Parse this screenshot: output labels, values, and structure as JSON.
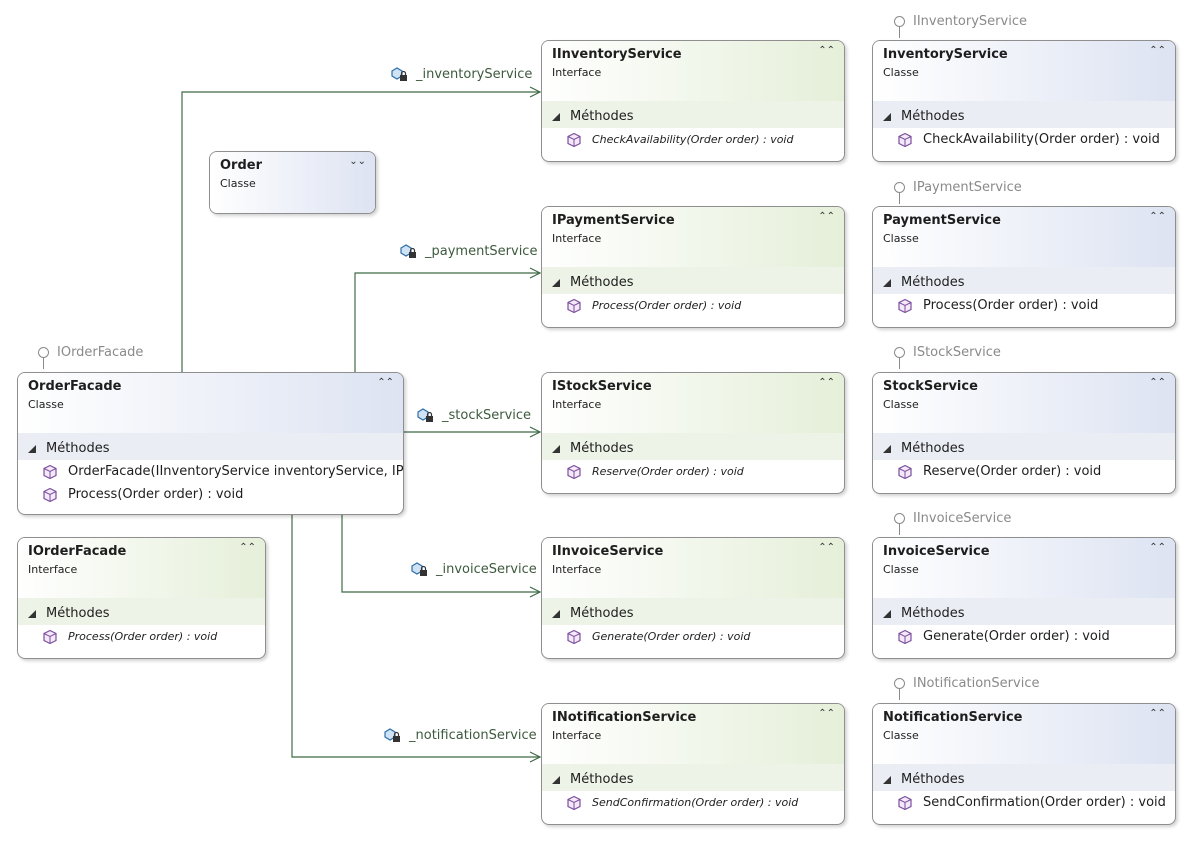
{
  "section_label": "Méthodes",
  "classes": {
    "order": {
      "name": "Order",
      "kind": "Classe"
    },
    "order_facade": {
      "name": "OrderFacade",
      "kind": "Classe",
      "implements": "IOrderFacade",
      "methods": [
        "OrderFacade(IInventoryService inventoryService, IP...",
        "Process(Order order) : void"
      ]
    },
    "i_order_facade": {
      "name": "IOrderFacade",
      "kind": "Interface",
      "methods": [
        "Process(Order order) : void"
      ]
    },
    "i_inventory_service": {
      "name": "IInventoryService",
      "kind": "Interface",
      "methods": [
        "CheckAvailability(Order order) : void"
      ]
    },
    "inventory_service": {
      "name": "InventoryService",
      "kind": "Classe",
      "implements": "IInventoryService",
      "methods": [
        "CheckAvailability(Order order) : void"
      ]
    },
    "i_payment_service": {
      "name": "IPaymentService",
      "kind": "Interface",
      "methods": [
        "Process(Order order) : void"
      ]
    },
    "payment_service": {
      "name": "PaymentService",
      "kind": "Classe",
      "implements": "IPaymentService",
      "methods": [
        "Process(Order order) : void"
      ]
    },
    "i_stock_service": {
      "name": "IStockService",
      "kind": "Interface",
      "methods": [
        "Reserve(Order order) : void"
      ]
    },
    "stock_service": {
      "name": "StockService",
      "kind": "Classe",
      "implements": "IStockService",
      "methods": [
        "Reserve(Order order) : void"
      ]
    },
    "i_invoice_service": {
      "name": "IInvoiceService",
      "kind": "Interface",
      "methods": [
        "Generate(Order order) : void"
      ]
    },
    "invoice_service": {
      "name": "InvoiceService",
      "kind": "Classe",
      "implements": "IInvoiceService",
      "methods": [
        "Generate(Order order) : void"
      ]
    },
    "i_notification_service": {
      "name": "INotificationService",
      "kind": "Interface",
      "methods": [
        "SendConfirmation(Order order) : void"
      ]
    },
    "notification_service": {
      "name": "NotificationService",
      "kind": "Classe",
      "implements": "INotificationService",
      "methods": [
        "SendConfirmation(Order order) : void"
      ]
    }
  },
  "associations": {
    "inventory": "_inventoryService",
    "payment": "_paymentService",
    "stock": "_stockService",
    "invoice": "_invoiceService",
    "notification": "_notificationService"
  },
  "colors": {
    "connector": "#3f6b45",
    "class_header": "#dde3f2",
    "interface_header": "#e5efd9",
    "border": "#8f8f8f"
  }
}
